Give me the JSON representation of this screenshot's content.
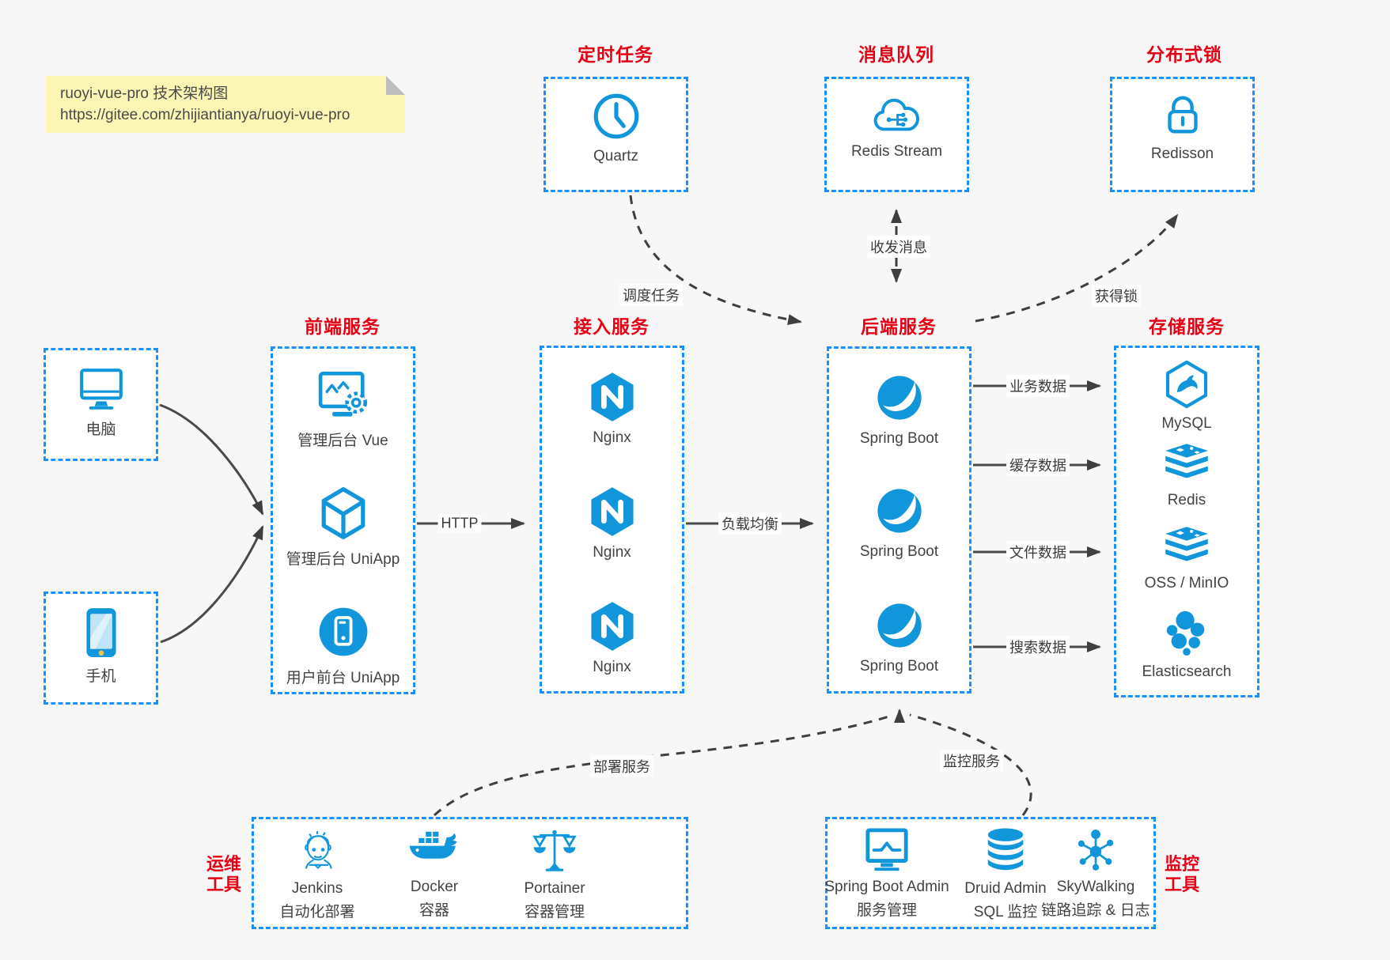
{
  "colors": {
    "accent_blue": "#1890ff",
    "icon_blue": "#1296db",
    "title_red": "#e60014",
    "arrow_dark": "#3f3f3f",
    "note_yellow": "#fbf6b5"
  },
  "note": {
    "line1": "ruoyi-vue-pro 技术架构图",
    "line2": "https://gitee.com/zhijiantianya/ruoyi-vue-pro"
  },
  "top": [
    {
      "title": "定时任务",
      "label": "Quartz",
      "icon": "clock-icon"
    },
    {
      "title": "消息队列",
      "label": "Redis Stream",
      "icon": "cloud-mq-icon"
    },
    {
      "title": "分布式锁",
      "label": "Redisson",
      "icon": "lock-icon"
    }
  ],
  "clients": [
    {
      "label": "电脑",
      "icon": "desktop-icon"
    },
    {
      "label": "手机",
      "icon": "smartphone-icon"
    }
  ],
  "cols": [
    {
      "title": "前端服务",
      "items": [
        {
          "label": "管理后台 Vue",
          "icon": "admin-vue-icon"
        },
        {
          "label": "管理后台 UniApp",
          "icon": "uniapp-cube-icon"
        },
        {
          "label": "用户前台 UniApp",
          "icon": "user-uniapp-icon"
        }
      ]
    },
    {
      "title": "接入服务",
      "items": [
        {
          "label": "Nginx",
          "icon": "nginx-icon"
        },
        {
          "label": "Nginx",
          "icon": "nginx-icon"
        },
        {
          "label": "Nginx",
          "icon": "nginx-icon"
        }
      ]
    },
    {
      "title": "后端服务",
      "items": [
        {
          "label": "Spring Boot",
          "icon": "spring-icon"
        },
        {
          "label": "Spring Boot",
          "icon": "spring-icon"
        },
        {
          "label": "Spring Boot",
          "icon": "spring-icon"
        }
      ]
    },
    {
      "title": "存储服务",
      "items": [
        {
          "label": "MySQL",
          "icon": "mysql-icon"
        },
        {
          "label": "Redis",
          "icon": "redis-stack-icon"
        },
        {
          "label": "OSS / MinIO",
          "icon": "oss-stack-icon"
        },
        {
          "label": "Elasticsearch",
          "icon": "elasticsearch-icon"
        }
      ]
    }
  ],
  "bottom": [
    {
      "side_title": "运维\n工具",
      "items": [
        {
          "line1": "Jenkins",
          "line2": "自动化部署",
          "icon": "jenkins-icon"
        },
        {
          "line1": "Docker",
          "line2": "容器",
          "icon": "docker-icon"
        },
        {
          "line1": "Portainer",
          "line2": "容器管理",
          "icon": "portainer-icon"
        }
      ]
    },
    {
      "side_title": "监控\n工具",
      "items": [
        {
          "line1": "Spring Boot Admin",
          "line2": "服务管理",
          "icon": "monitor-pulse-icon"
        },
        {
          "line1": "Druid Admin",
          "line2": "SQL 监控",
          "icon": "database-icon"
        },
        {
          "line1": "SkyWalking",
          "line2": "链路追踪 & 日志",
          "icon": "topology-icon"
        }
      ]
    }
  ],
  "edges": {
    "http": "HTTP",
    "lb": "负载均衡",
    "biz": "业务数据",
    "cache": "缓存数据",
    "file": "文件数据",
    "search": "搜索数据",
    "schedule": "调度任务",
    "mq": "收发消息",
    "lock": "获得锁",
    "deploy": "部署服务",
    "monitor": "监控服务"
  }
}
